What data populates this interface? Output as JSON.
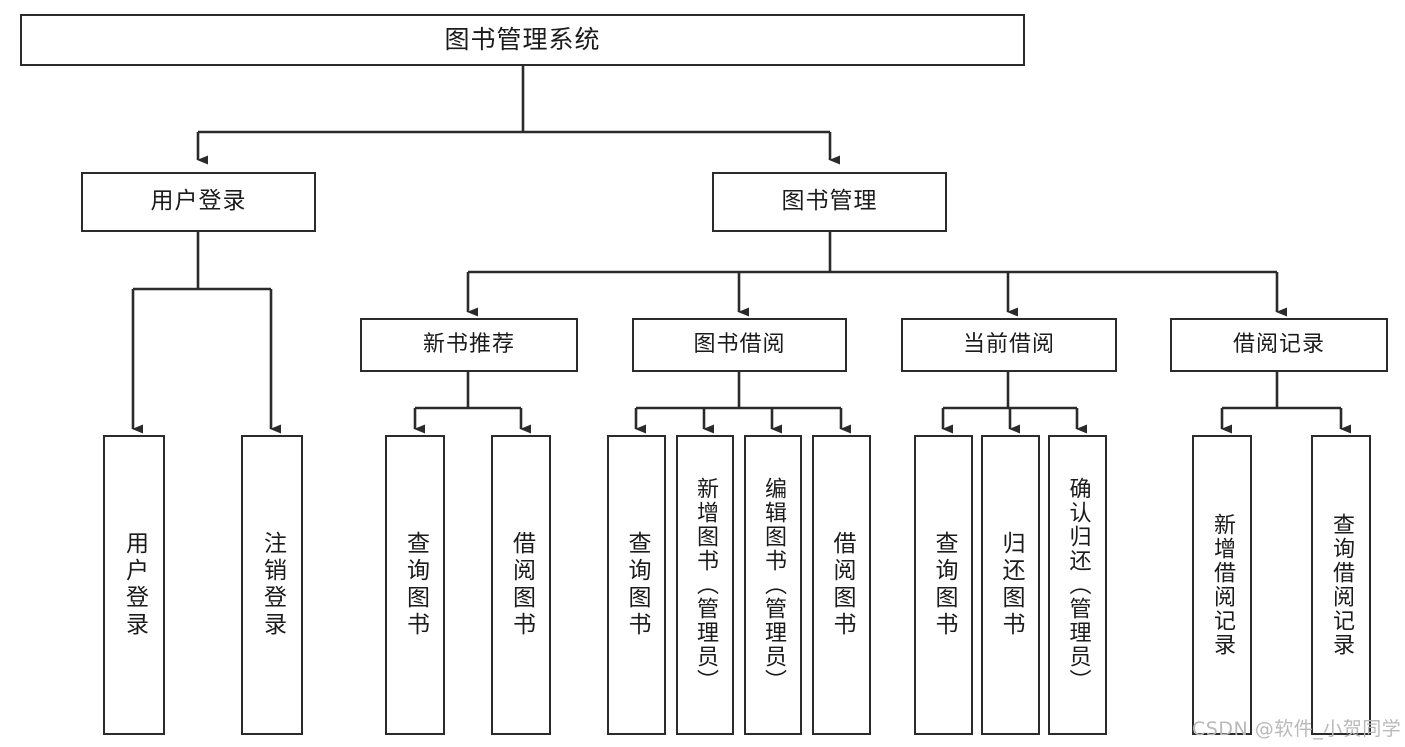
{
  "diagram": {
    "title": "图书管理系统",
    "type": "hierarchy-tree",
    "watermark": "CSDN @软件_小贺同学",
    "colors": {
      "node_border": "#2b2b2b",
      "node_fill": "#ffffff",
      "connector": "#2b2b2b",
      "text": "#1b1b1b",
      "watermark": "#b9b9b9",
      "background": "#ffffff"
    },
    "nodes": {
      "root": {
        "label": "图书管理系统"
      },
      "level2": [
        {
          "id": "user-login",
          "label": "用户登录"
        },
        {
          "id": "book-management",
          "label": "图书管理"
        }
      ],
      "level3": [
        {
          "id": "new-book-recommend",
          "label": "新书推荐"
        },
        {
          "id": "book-borrow",
          "label": "图书借阅"
        },
        {
          "id": "current-borrow",
          "label": "当前借阅"
        },
        {
          "id": "borrow-record",
          "label": "借阅记录"
        }
      ],
      "leaves": {
        "user_login": [
          {
            "id": "leaf-user-login",
            "label": "用户登录"
          },
          {
            "id": "leaf-logout-login",
            "label": "注销登录"
          }
        ],
        "new_book_recommend": [
          {
            "id": "leaf-query-book-1",
            "label": "查询图书"
          },
          {
            "id": "leaf-borrow-book-1",
            "label": "借阅图书"
          }
        ],
        "book_borrow": [
          {
            "id": "leaf-query-book-2",
            "label": "查询图书"
          },
          {
            "id": "leaf-add-book-admin",
            "label": "新增图书（管理员）"
          },
          {
            "id": "leaf-edit-book-admin",
            "label": "编辑图书（管理员）"
          },
          {
            "id": "leaf-borrow-book-2",
            "label": "借阅图书"
          }
        ],
        "current_borrow": [
          {
            "id": "leaf-query-book-3",
            "label": "查询图书"
          },
          {
            "id": "leaf-return-book",
            "label": "归还图书"
          },
          {
            "id": "leaf-confirm-return-admin",
            "label": "确认归还（管理员）"
          }
        ],
        "borrow_record": [
          {
            "id": "leaf-add-borrow-record",
            "label": "新增借阅记录"
          },
          {
            "id": "leaf-query-borrow-record",
            "label": "查询借阅记录"
          }
        ]
      }
    }
  }
}
